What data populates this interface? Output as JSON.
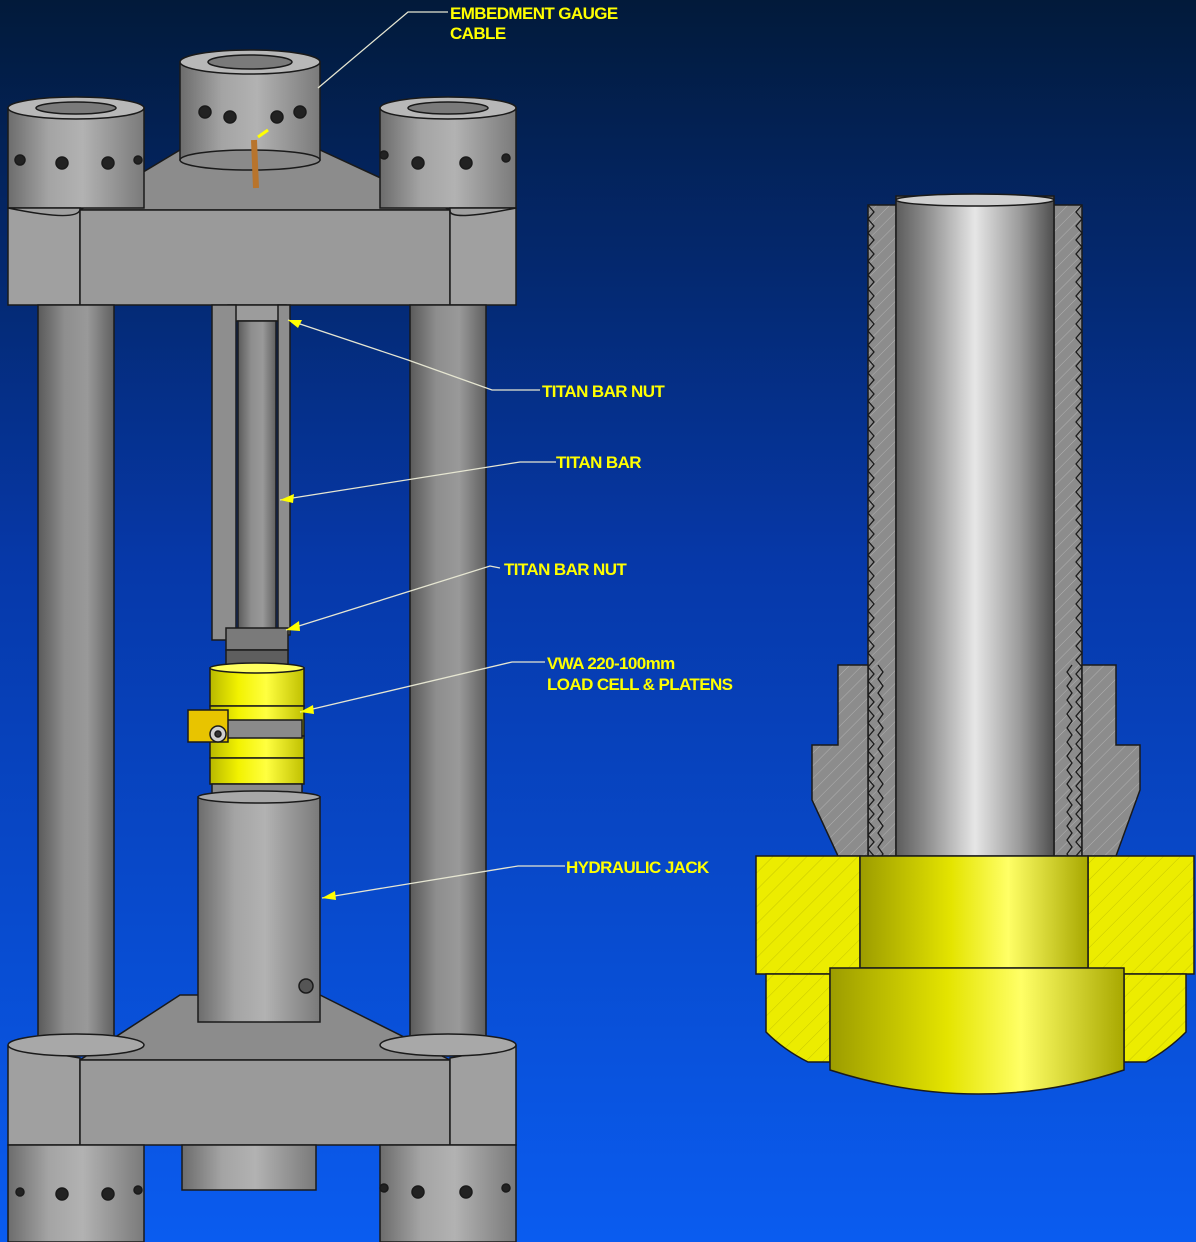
{
  "colors": {
    "background_top": "#021a3a",
    "background_bottom": "#0a5cf0",
    "steel": "#9a9a9a",
    "steel_dark": "#6e6e6e",
    "steel_light": "#d4d4d4",
    "load_cell": "#f4f400",
    "label_text": "#ffff00",
    "leader_line": "#e6e6d2",
    "gauge_cable": "#b8742c"
  },
  "labels": {
    "embedment_gauge_line1": "EMBEDMENT GAUGE",
    "embedment_gauge_line2": "CABLE",
    "titan_bar_nut_top": "TITAN BAR NUT",
    "titan_bar": "TITAN BAR",
    "titan_bar_nut_bottom": "TITAN BAR NUT",
    "load_cell_line1": "VWA 220-100mm",
    "load_cell_line2": "LOAD CELL & PLATENS",
    "hydraulic_jack": "HYDRAULIC JACK"
  }
}
